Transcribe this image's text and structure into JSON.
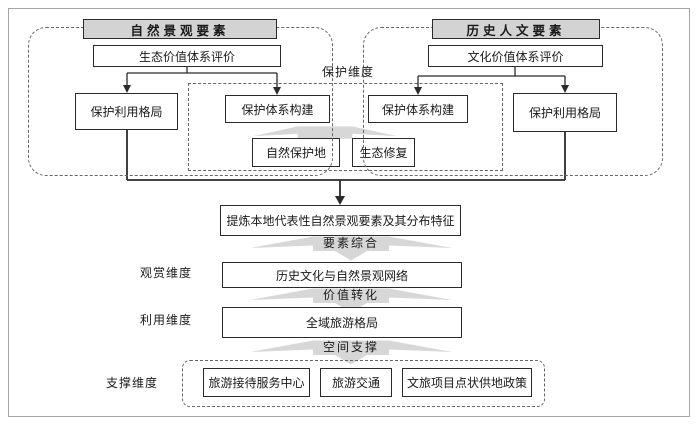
{
  "regions": {
    "natural": {
      "header": "自然景观要素",
      "eval": "生态价值体系评价",
      "pattern": "保护利用格局",
      "system": "保护体系构建"
    },
    "cultural": {
      "header": "历史人文要素",
      "eval": "文化价值体系评价",
      "system": "保护体系构建",
      "pattern": "保护利用格局"
    },
    "inner": {
      "reserve": "自然保护地",
      "restore": "生态修复"
    }
  },
  "labels": {
    "protect": "保护维度",
    "view": "观赏维度",
    "use": "利用维度",
    "support": "支撑维度"
  },
  "flow": {
    "extract": "提炼本地代表性自然景观要素及其分布特征",
    "merge": "要素综合",
    "network": "历史文化与自然景观网络",
    "convert": "价值转化",
    "tourism": "全域旅游格局",
    "space": "空间支撑"
  },
  "support_items": [
    "旅游接待服务中心",
    "旅游交通",
    "文旅项目点状供地政策"
  ],
  "colors": {
    "header_fill": "#d3d3d3",
    "chevron_fill": "#d7d7d7",
    "line": "#2b2b2b",
    "dashed": "#666666",
    "frame": "#a6a6a6"
  }
}
